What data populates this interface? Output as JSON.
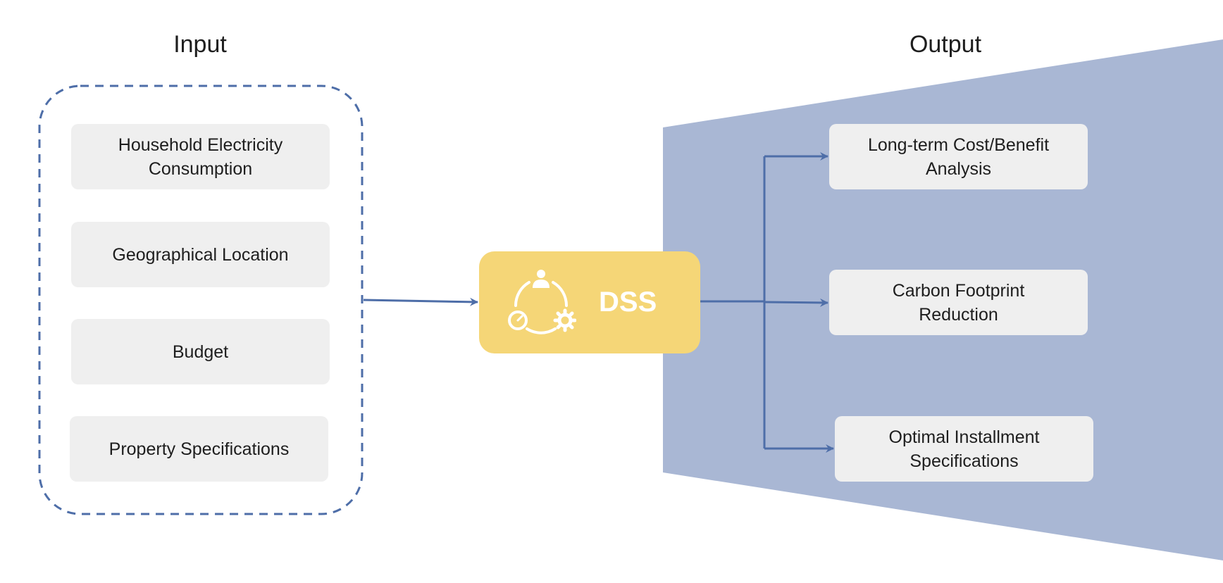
{
  "colors": {
    "input_border": "#4e6ea8",
    "arrow": "#4e6ea8",
    "output_panel": "#a9b7d4",
    "item_bg": "#efefef",
    "dss_bg": "#f5d677",
    "dss_text": "#ffffff"
  },
  "input": {
    "title": "Input",
    "items": [
      "Household Electricity\nConsumption",
      "Geographical Location",
      "Budget",
      "Property Specifications"
    ]
  },
  "dss": {
    "label": "DSS",
    "icon": "user-gear-gauge-cycle-icon"
  },
  "output": {
    "title": "Output",
    "items": [
      "Long-term Cost/Benefit\nAnalysis",
      "Carbon Footprint\nReduction",
      "Optimal Installment\nSpecifications"
    ]
  }
}
